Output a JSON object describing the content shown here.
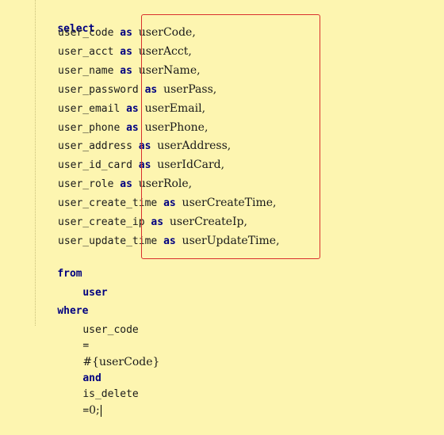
{
  "editor": {
    "line1": {
      "keyword": "select"
    },
    "columns": [
      {
        "column": "user_code",
        "as": "as",
        "alias": "userCode,"
      },
      {
        "column": "user_acct",
        "as": "as",
        "alias": "userAcct,"
      },
      {
        "column": "user_name",
        "as": "as",
        "alias": "userName,"
      },
      {
        "column": "user_password",
        "as": "as",
        "alias": "userPass,"
      },
      {
        "column": "user_email",
        "as": "as",
        "alias": "userEmail,"
      },
      {
        "column": "user_phone",
        "as": "as",
        "alias": "userPhone,"
      },
      {
        "column": "user_address",
        "as": "as",
        "alias": "userAddress,"
      },
      {
        "column": "user_id_card",
        "as": "as",
        "alias": "userIdCard,"
      },
      {
        "column": "user_role",
        "as": "as",
        "alias": "userRole,"
      },
      {
        "column": "user_create_time",
        "as": "as",
        "alias": "userCreateTime,"
      },
      {
        "column": "user_create_ip",
        "as": "as",
        "alias": "userCreateIp,"
      },
      {
        "column": "user_update_time",
        "as": "as",
        "alias": "userUpdateTime,"
      }
    ],
    "from_line": {
      "keyword": "from"
    },
    "table_line": {
      "table": "user"
    },
    "where_line": {
      "keyword": "where"
    },
    "condition_line": {
      "column": "user_code",
      "equals": "=",
      "param": "#{userCode}",
      "and": "and",
      "column2": "is_delete",
      "equals2": "=",
      "value": "0;"
    }
  },
  "colors": {
    "background": "#fdf5b0",
    "keyword": "#000080",
    "highlight_box": "#d9302c"
  }
}
